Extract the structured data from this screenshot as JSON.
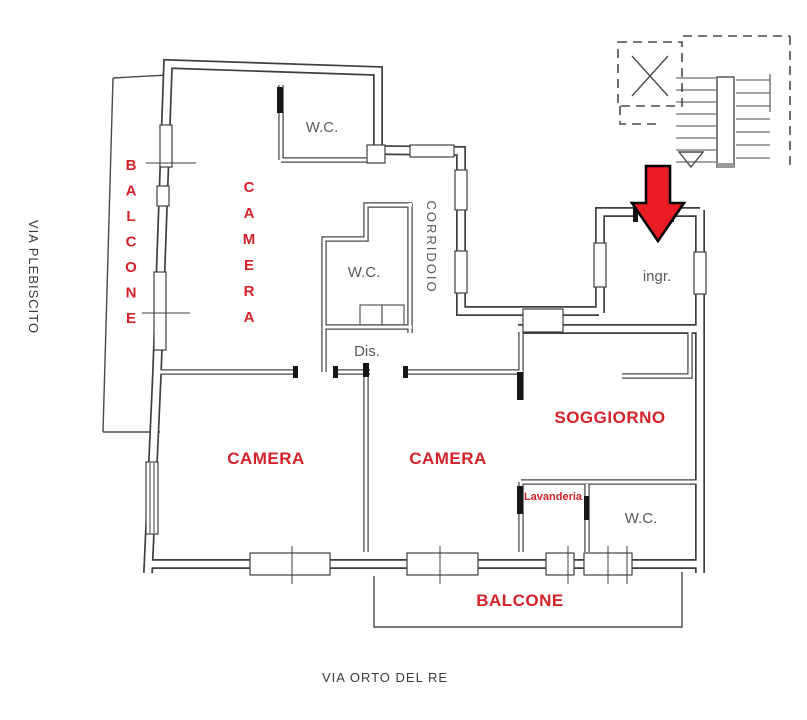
{
  "colors": {
    "label_red": "#d3222a",
    "arrow_red": "#ec1c24",
    "wall_gray": "#3f3f3f",
    "room_label_gray": "#595959",
    "street_gray": "#3a3a3a",
    "background": "#ffffff"
  },
  "streets": {
    "left": "VIA PLEBISCITO",
    "bottom": "VIA ORTO DEL RE"
  },
  "rooms": {
    "balcone_left": "BALCONE",
    "camera_top": "CAMERA",
    "wc_top": "W.C.",
    "corridoio": "CORRIDOIO",
    "wc_mid": "W.C.",
    "dis": "Dis.",
    "ingresso": "ingr.",
    "camera_bottom_left": "CAMERA",
    "camera_bottom_mid": "CAMERA",
    "soggiorno": "SOGGIORNO",
    "lavanderia": "Lavanderia",
    "wc_bottom": "W.C.",
    "balcone_bottom": "BALCONE"
  },
  "annotations": {
    "entrance_arrow": "red-down-arrow-to-entrance",
    "stairwell": "communal-stairwell",
    "elevator": "elevator-shaft"
  }
}
